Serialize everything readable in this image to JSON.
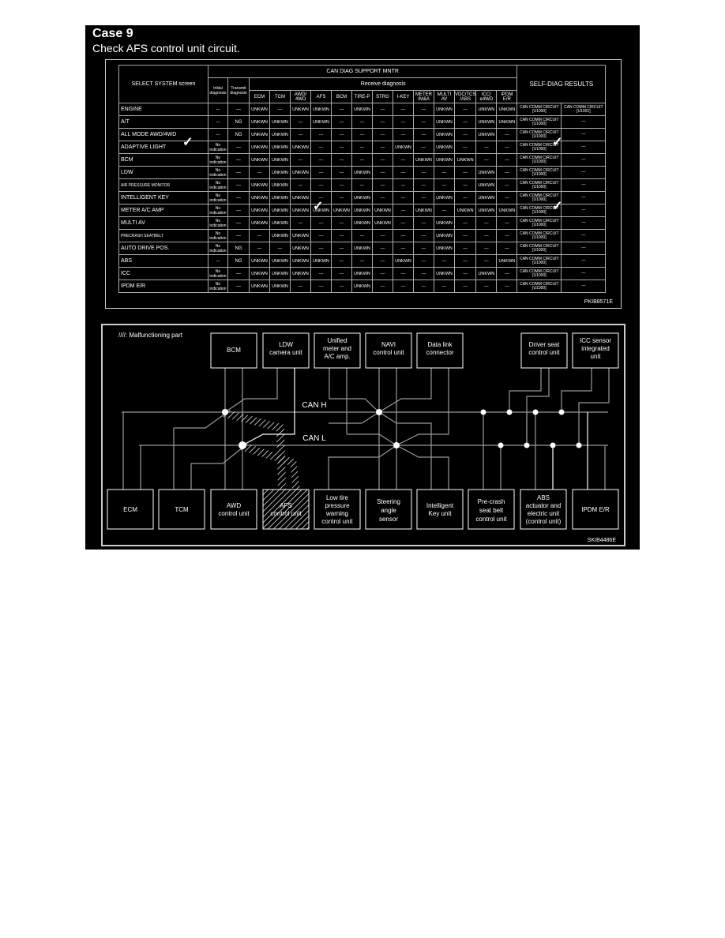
{
  "header": {
    "title": "Case 9",
    "subtitle": "Check AFS control unit circuit."
  },
  "table": {
    "title": "CAN DIAG SUPPORT MNTR",
    "select_system_label": "SELECT SYSTEM screen",
    "initial_diag_label": "Initial diagnosis",
    "transmit_diag_label": "Transmit diagnosis",
    "receive_diag_label": "Receive diagnosis",
    "self_diag_label": "SELF-DIAG RESULTS",
    "receive_columns": [
      "ECM",
      "TCM",
      "AWD/ 4WD",
      "AFS",
      "BCM",
      "TIRE-P",
      "STRG",
      "I-KEY",
      "METER /M&A",
      "MULTI AV",
      "VDC/TCS /ABS",
      "ICC/ e4WD",
      "IPDM E/R"
    ],
    "rows": [
      {
        "system": "ENGINE",
        "initial": "—",
        "transmit": "—",
        "receive": [
          "UNKWN",
          "—",
          "UNKWN",
          "UNKWN",
          "—",
          "UNKWN",
          "—",
          "—",
          "—",
          "UNKWN",
          "—",
          "UNKWN",
          "UNKWN",
          "UNKWN"
        ],
        "self1": "CAN COMM CIRCUIT [U1000]",
        "self2": "CAN COMM CIRCUIT [U1001]"
      },
      {
        "system": "A/T",
        "initial": "—",
        "transmit": "NG",
        "receive": [
          "UNKWN",
          "UNKWN",
          "—",
          "UNKWN",
          "—",
          "—",
          "—",
          "—",
          "—",
          "UNKWN",
          "—",
          "UNKWN",
          "UNKWN",
          "—"
        ],
        "self1": "CAN COMM CIRCUIT [U1000]",
        "self2": "—"
      },
      {
        "system": "ALL MODE AWD/4WD",
        "initial": "—",
        "transmit": "NG",
        "receive": [
          "UNKWN",
          "UNKWN",
          "—",
          "—",
          "—",
          "—",
          "—",
          "—",
          "—",
          "UNKWN",
          "—",
          "UNKWN",
          "—",
          "—"
        ],
        "self1": "CAN COMM CIRCUIT [U1000]",
        "self2": "—"
      },
      {
        "system": "ADAPTIVE LIGHT",
        "initial": "No indication",
        "transmit": "—",
        "receive": [
          "UNKWN",
          "UNKWN",
          "UNKWN",
          "—",
          "—",
          "—",
          "—",
          "UNKWN",
          "—",
          "UNKWN",
          "—",
          "—",
          "—",
          "UNKWN"
        ],
        "self1": "CAN COMM CIRCUIT [U1000]",
        "self2": "—"
      },
      {
        "system": "BCM",
        "initial": "No indication",
        "transmit": "—",
        "receive": [
          "UNKWN",
          "UNKWN",
          "—",
          "—",
          "—",
          "—",
          "—",
          "—",
          "UNKWN",
          "UNKWN",
          "UNKWN",
          "—",
          "—",
          "UNKWN"
        ],
        "self1": "CAN COMM CIRCUIT [U1000]",
        "self2": "—"
      },
      {
        "system": "LDW",
        "initial": "No indication",
        "transmit": "—",
        "receive": [
          "—",
          "UNKWN",
          "UNKWN",
          "—",
          "—",
          "UNKWN",
          "—",
          "—",
          "—",
          "—",
          "—",
          "UNKWN",
          "—",
          "—"
        ],
        "self1": "CAN COMM CIRCUIT [U1000]",
        "self2": "—"
      },
      {
        "system": "AIR PRESSURE MONITOR",
        "initial": "No indication",
        "transmit": "—",
        "receive": [
          "UNKWN",
          "UNKWN",
          "—",
          "—",
          "—",
          "—",
          "—",
          "—",
          "—",
          "—",
          "—",
          "UNKWN",
          "—",
          "—"
        ],
        "self1": "CAN COMM CIRCUIT [U1000]",
        "self2": "—"
      },
      {
        "system": "INTELLIGENT KEY",
        "initial": "No indication",
        "transmit": "—",
        "receive": [
          "UNKWN",
          "UNKWN",
          "UNKWN",
          "—",
          "—",
          "UNKWN",
          "—",
          "—",
          "—",
          "UNKWN",
          "—",
          "UNKWN",
          "—",
          "UNKWN"
        ],
        "self1": "CAN COMM CIRCUIT [U1000]",
        "self2": "—"
      },
      {
        "system": "METER A/C AMP",
        "initial": "No indication",
        "transmit": "—",
        "receive": [
          "UNKWN",
          "UNKWN",
          "UNKWN",
          "UNKWN",
          "UNKWN",
          "UNKWN",
          "UNKWN",
          "—",
          "UNKWN",
          "—",
          "UNKWN",
          "UNKWN",
          "UNKWN",
          "—"
        ],
        "self1": "CAN COMM CIRCUIT [U1000]",
        "self2": "—"
      },
      {
        "system": "MULTI AV",
        "initial": "No indication",
        "transmit": "—",
        "receive": [
          "UNKWN",
          "UNKWN",
          "—",
          "—",
          "—",
          "UNKWN",
          "UNKWN",
          "—",
          "—",
          "UNKWN",
          "—",
          "—",
          "—",
          "UNKWN"
        ],
        "self1": "CAN COMM CIRCUIT [U1000]",
        "self2": "—"
      },
      {
        "system": "PRECRASH SEATBELT",
        "initial": "No indication",
        "transmit": "—",
        "receive": [
          "—",
          "UNKWN",
          "UNKWN",
          "—",
          "—",
          "—",
          "—",
          "—",
          "—",
          "UNKWN",
          "—",
          "—",
          "—",
          "—"
        ],
        "self1": "CAN COMM CIRCUIT [U1000]",
        "self2": "—"
      },
      {
        "system": "AUTO DRIVE POS.",
        "initial": "No indication",
        "transmit": "NG",
        "receive": [
          "—",
          "—",
          "UNKWN",
          "—",
          "—",
          "UNKWN",
          "—",
          "—",
          "—",
          "UNKWN",
          "—",
          "—",
          "—",
          "—"
        ],
        "self1": "CAN COMM CIRCUIT [U1000]",
        "self2": "—"
      },
      {
        "system": "ABS",
        "initial": "—",
        "transmit": "NG",
        "receive": [
          "UNKWN",
          "UNKWN",
          "UNKWN",
          "UNKWN",
          "—",
          "—",
          "—",
          "UNKWN",
          "—",
          "—",
          "—",
          "—",
          "UNKWN",
          "—"
        ],
        "self1": "CAN COMM CIRCUIT [U1000]",
        "self2": "—"
      },
      {
        "system": "ICC",
        "initial": "No indication",
        "transmit": "—",
        "receive": [
          "UNKWN",
          "UNKWN",
          "UNKWN",
          "—",
          "—",
          "UNKWN",
          "—",
          "—",
          "—",
          "UNKWN",
          "—",
          "UNKWN",
          "—",
          "—"
        ],
        "self1": "CAN COMM CIRCUIT [U1000]",
        "self2": "—"
      },
      {
        "system": "IPDM E/R",
        "initial": "No indication",
        "transmit": "—",
        "receive": [
          "UNKWN",
          "UNKWN",
          "—",
          "—",
          "—",
          "UNKWN",
          "—",
          "—",
          "—",
          "—",
          "—",
          "—",
          "—",
          "—"
        ],
        "self1": "CAN COMM CIRCUIT [U1000]",
        "self2": "—"
      }
    ],
    "figure_code": "PKIB8571E"
  },
  "diagram": {
    "legend": "////: Malfunctioning part",
    "bus_high": "CAN H",
    "bus_low": "CAN L",
    "top_units": [
      "BCM",
      "LDW camera unit",
      "Unified meter and A/C amp.",
      "NAVI control unit",
      "Data link connector",
      "Driver seat control unit",
      "ICC sensor integrated unit"
    ],
    "bottom_units": [
      "ECM",
      "TCM",
      "AWD control unit",
      "AFS control unit",
      "Low tire pressure warning control unit",
      "Steering angle sensor",
      "Intelligent Key unit",
      "Pre-crash seat belt control unit",
      "ABS actuator and electric unit (control unit)",
      "IPDM E/R"
    ],
    "malfunctioning_unit": "AFS control unit",
    "figure_code": "SKIB4486E"
  }
}
